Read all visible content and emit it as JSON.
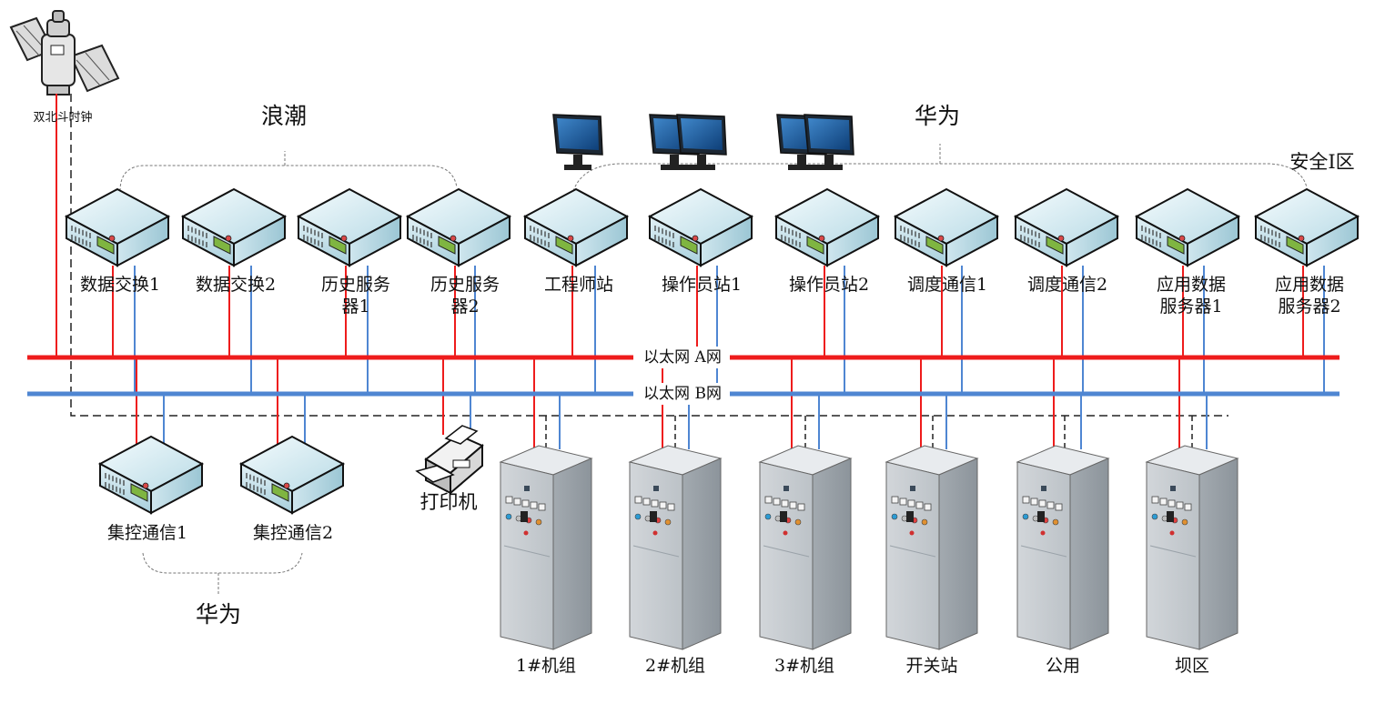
{
  "groups": {
    "inspur": "浪潮",
    "huawei_top": "华为",
    "huawei_bottom": "华为",
    "zone": "安全I区"
  },
  "clock": {
    "label": "双北斗时钟"
  },
  "networks": {
    "a": {
      "label": "以太网 A网",
      "color": "#ee1c1c"
    },
    "b": {
      "label": "以太网 B网",
      "color": "#4f86d2"
    }
  },
  "servers_top": [
    {
      "name": "数据交换1"
    },
    {
      "name": "数据交换2"
    },
    {
      "name": "历史服务器1"
    },
    {
      "name": "历史服务器2"
    },
    {
      "name": "工程师站"
    },
    {
      "name": "操作员站1"
    },
    {
      "name": "操作员站2"
    },
    {
      "name": "调度通信1"
    },
    {
      "name": "调度通信2"
    },
    {
      "name": "应用数据服务器1"
    },
    {
      "name": "应用数据服务器2"
    }
  ],
  "servers_bottom": [
    {
      "name": "集控通信1"
    },
    {
      "name": "集控通信2"
    }
  ],
  "printer": {
    "name": "打印机"
  },
  "cabinets": [
    {
      "name": "1#机组"
    },
    {
      "name": "2#机组"
    },
    {
      "name": "3#机组"
    },
    {
      "name": "开关站"
    },
    {
      "name": "公用"
    },
    {
      "name": "坝区"
    }
  ]
}
